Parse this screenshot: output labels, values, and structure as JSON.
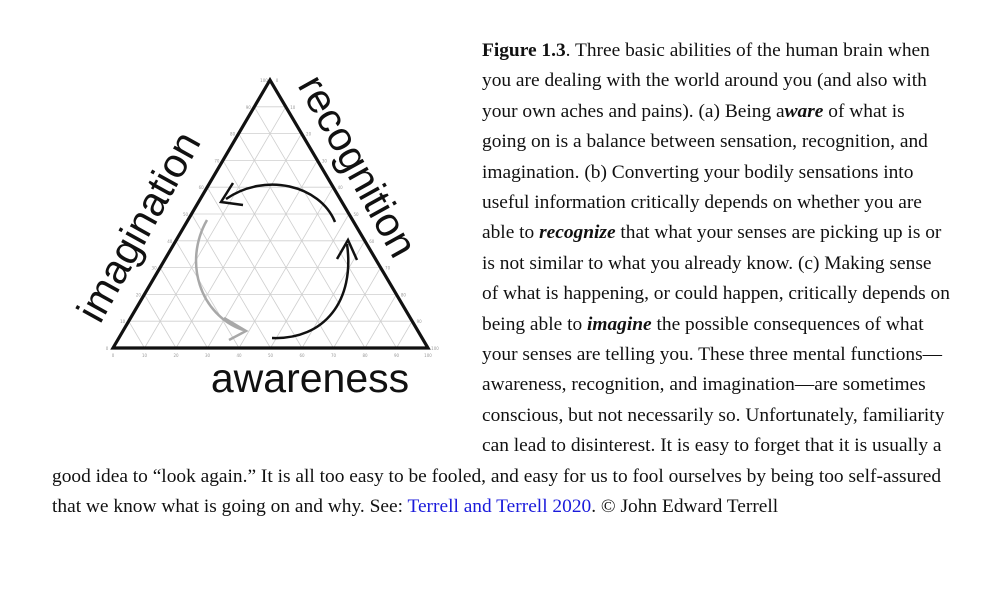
{
  "figure": {
    "label_top_right": "recognition",
    "label_left": "imagination",
    "label_bottom": "awareness",
    "edge_ticks": [
      "0",
      "10",
      "20",
      "30",
      "40",
      "50",
      "60",
      "70",
      "80",
      "90",
      "100"
    ],
    "colors": {
      "line": "#111111",
      "grid": "#cfcfcf",
      "gray_arrow": "#a8a8a8"
    }
  },
  "caption": {
    "label": "Figure 1.3",
    "s1": ". Three basic abilities of the human brain when you are dealing with the world around you (and also with your own aches and pains). (a) Being a",
    "w1": "ware",
    "s2": " of what is going on is a balance between sensation, recognition, and imagination. (b) Converting your bodily sensations into useful information critically depends on whether you are able to ",
    "w2": "recognize",
    "s3": " that what your senses are picking up is or is not similar to what you already know. (c) Making sense of what is happening, or could happen, critically depends on being able to ",
    "w3": "imagine",
    "s4": " the possible consequences of what your senses are telling you. These three mental functions—awareness, recognition, and imagination—are sometimes conscious, but not necessarily so. Unfortunately, familiarity can lead to disinterest. It is easy to forget that it is usually a good idea to “look again.” It is all too easy to be fooled, and easy for us to fool ourselves by being too self-assured that we know what is going on and why. See: ",
    "link": "Terrell and Terrell 2020",
    "s5": ". © John Edward Terrell"
  }
}
